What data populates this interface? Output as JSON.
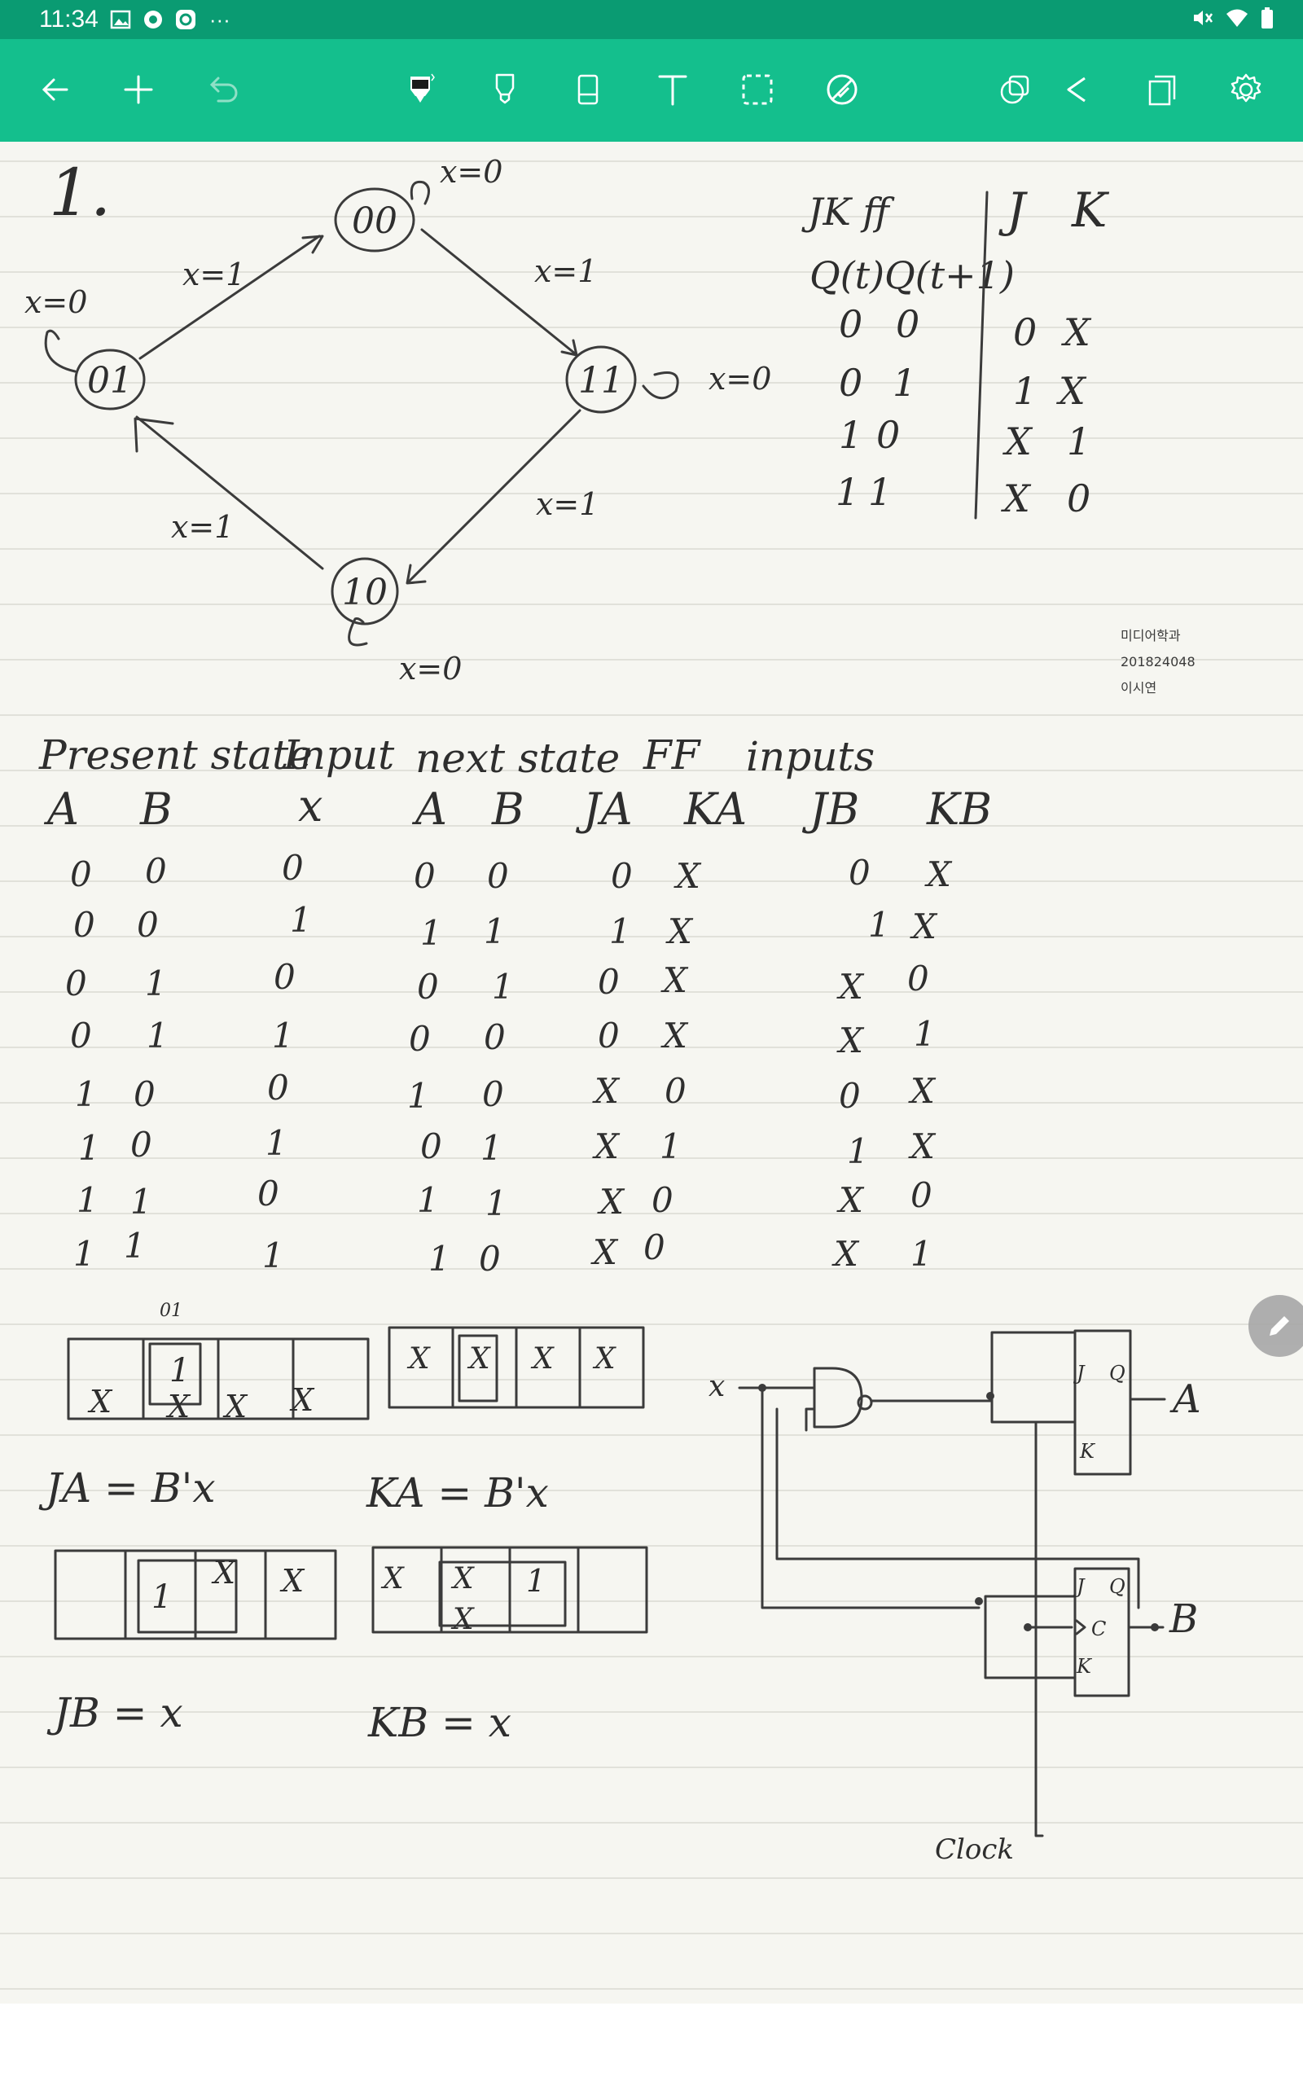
{
  "status": {
    "time": "11:34",
    "dots": "···"
  },
  "toolbar": {
    "items": [
      {
        "name": "back-arrow-icon"
      },
      {
        "name": "add-icon"
      },
      {
        "name": "undo-icon"
      },
      {
        "name": "pen-icon"
      },
      {
        "name": "highlighter-icon"
      },
      {
        "name": "eraser-icon"
      },
      {
        "name": "text-icon"
      },
      {
        "name": "selection-icon"
      },
      {
        "name": "disable-icon"
      },
      {
        "name": "layers-icon"
      },
      {
        "name": "share-icon"
      },
      {
        "name": "copy-icon"
      },
      {
        "name": "settings-icon"
      }
    ]
  },
  "note": {
    "problem_no": "1.",
    "state_diagram": {
      "s00": "00",
      "s01": "01",
      "s11": "11",
      "s10": "10",
      "l_00_self": "x=0",
      "l_01_self": "x=0",
      "l_11_self": "x=0",
      "l_10_self": "x=0",
      "l_01_00": "x=1",
      "l_00_11": "x=1",
      "l_11_10": "x=1",
      "l_10_01": "x=1"
    },
    "jk_table": {
      "title": "JK ff",
      "q_t": "Q(t)",
      "q_t1": "Q(t+1)",
      "j": "J",
      "k": "K",
      "rows": [
        [
          "0",
          "0",
          "0",
          "X"
        ],
        [
          "0",
          "1",
          "1",
          "X"
        ],
        [
          "1",
          "0",
          "X",
          "1"
        ],
        [
          "1",
          "1",
          "X",
          "0"
        ]
      ]
    },
    "signature": [
      "미디어학과",
      "201824048",
      "이시연"
    ],
    "state_table": {
      "group_headers": [
        "Present state",
        "Input",
        "next state",
        "FF",
        "inputs"
      ],
      "col_headers": [
        "A",
        "B",
        "x",
        "A",
        "B",
        "JA",
        "KA",
        "JB",
        "KB"
      ],
      "rows": [
        [
          "0",
          "0",
          "0",
          "0",
          "0",
          "0",
          "X",
          "0",
          "X"
        ],
        [
          "0",
          "0",
          "1",
          "1",
          "1",
          "1",
          "X",
          "1",
          "X"
        ],
        [
          "0",
          "1",
          "0",
          "0",
          "1",
          "0",
          "X",
          "X",
          "0"
        ],
        [
          "0",
          "1",
          "1",
          "0",
          "0",
          "0",
          "X",
          "X",
          "1"
        ],
        [
          "1",
          "0",
          "0",
          "1",
          "0",
          "X",
          "0",
          "0",
          "X"
        ],
        [
          "1",
          "0",
          "1",
          "0",
          "1",
          "X",
          "1",
          "1",
          "X"
        ],
        [
          "1",
          "1",
          "0",
          "1",
          "1",
          "X",
          "0",
          "X",
          "0"
        ],
        [
          "1",
          "1",
          "1",
          "1",
          "0",
          "X",
          "0",
          "X",
          "1"
        ]
      ]
    },
    "kmaps": {
      "ja": {
        "cells": [
          "",
          "1",
          "",
          ""
        ],
        "xcells": [
          "X",
          "X",
          "X",
          "X"
        ],
        "eq": "JA = B'x"
      },
      "ka": {
        "cells": [
          "X",
          "X",
          "X",
          "X"
        ],
        "eq": "KA = B'x"
      },
      "jb": {
        "cells": [
          "",
          "1",
          "X",
          "X"
        ],
        "eq": "JB = x"
      },
      "kb": {
        "cells": [
          "X",
          "X",
          "1",
          "X"
        ],
        "eq": "KB = x"
      },
      "top_mark": "01"
    },
    "circuit": {
      "input": "x",
      "out_a": "A",
      "out_b": "B",
      "ff_j": "J",
      "ff_k": "K",
      "ff_q": "Q",
      "ff_c": "C",
      "clock": "Clock"
    }
  }
}
